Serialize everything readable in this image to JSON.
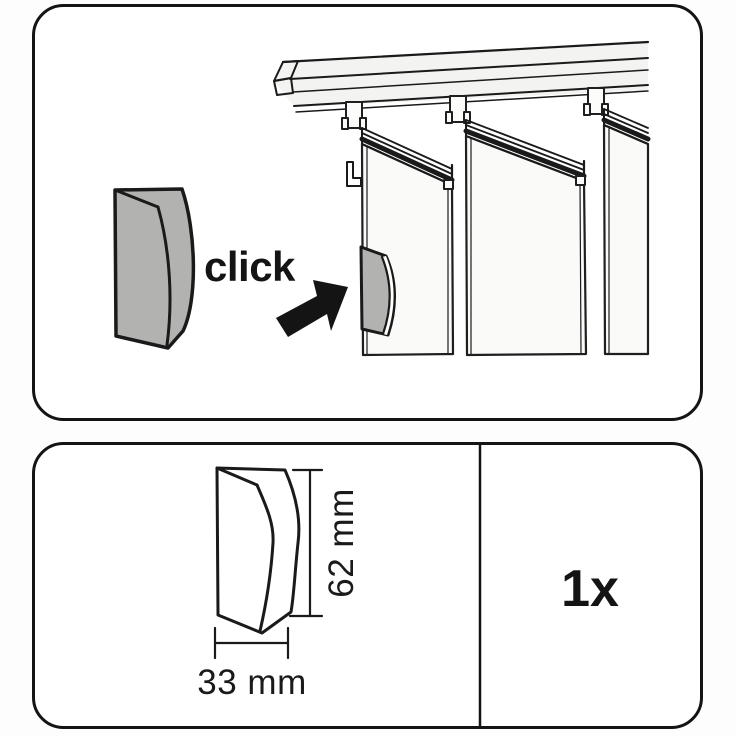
{
  "colors": {
    "background": "#fdfdfd",
    "line": "#1a1a1a",
    "gray_part": "#b2b2b0",
    "panel_face": "#fafaf8",
    "strip_face": "#f3f3f1",
    "arrow": "#141414"
  },
  "top_panel": {
    "click_label": "click"
  },
  "bottom_panel": {
    "height_dimension": "62 mm",
    "width_dimension": "33 mm",
    "quantity": "1x"
  }
}
